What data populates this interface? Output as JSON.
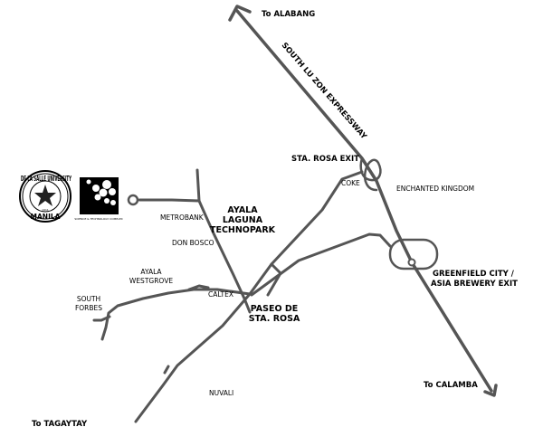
{
  "colors": {
    "road": "#555555",
    "text": "#000000",
    "background": "#ffffff"
  },
  "labels": {
    "to_alabang": "To ALABANG",
    "expressway": "SOUTH LU ZON EXPRESSWAY",
    "sta_rosa_exit": "STA. ROSA EXIT",
    "enchanted_kingdom": "ENCHANTED KINGDOM",
    "coke": "COKE",
    "ayala_line1": "AYALA",
    "ayala_line2": "LAGUNA",
    "ayala_line3": "TECHNOPARK",
    "metrobank": "METROBANK",
    "don_bosco": "DON BOSCO",
    "ayala_westgrove_1": "AYALA",
    "ayala_westgrove_2": "WESTGROVE",
    "south_forbes_1": "SOUTH",
    "south_forbes_2": "FORBES",
    "caltex": "CALTEX",
    "paseo_1": "PASEO DE",
    "paseo_2": "STA. ROSA",
    "greenfield_1": "GREENFIELD CITY /",
    "greenfield_2": "ASIA BREWERY EXIT",
    "to_calamba": "To CALAMBA",
    "nuvali": "NUVALI",
    "to_tagaytay": "To TAGAYTAY"
  },
  "logos": {
    "dlsu_seal": {
      "icon": "university-seal-icon",
      "ring_text": "DE LA SALLE UNIVERSITY",
      "bottom_text": "MANILA",
      "inner_text": "1911"
    },
    "stc_logo": {
      "icon": "science-complex-logo-icon",
      "caption": "SCIENCE & TECHNOLOGY COMPLEX"
    }
  }
}
